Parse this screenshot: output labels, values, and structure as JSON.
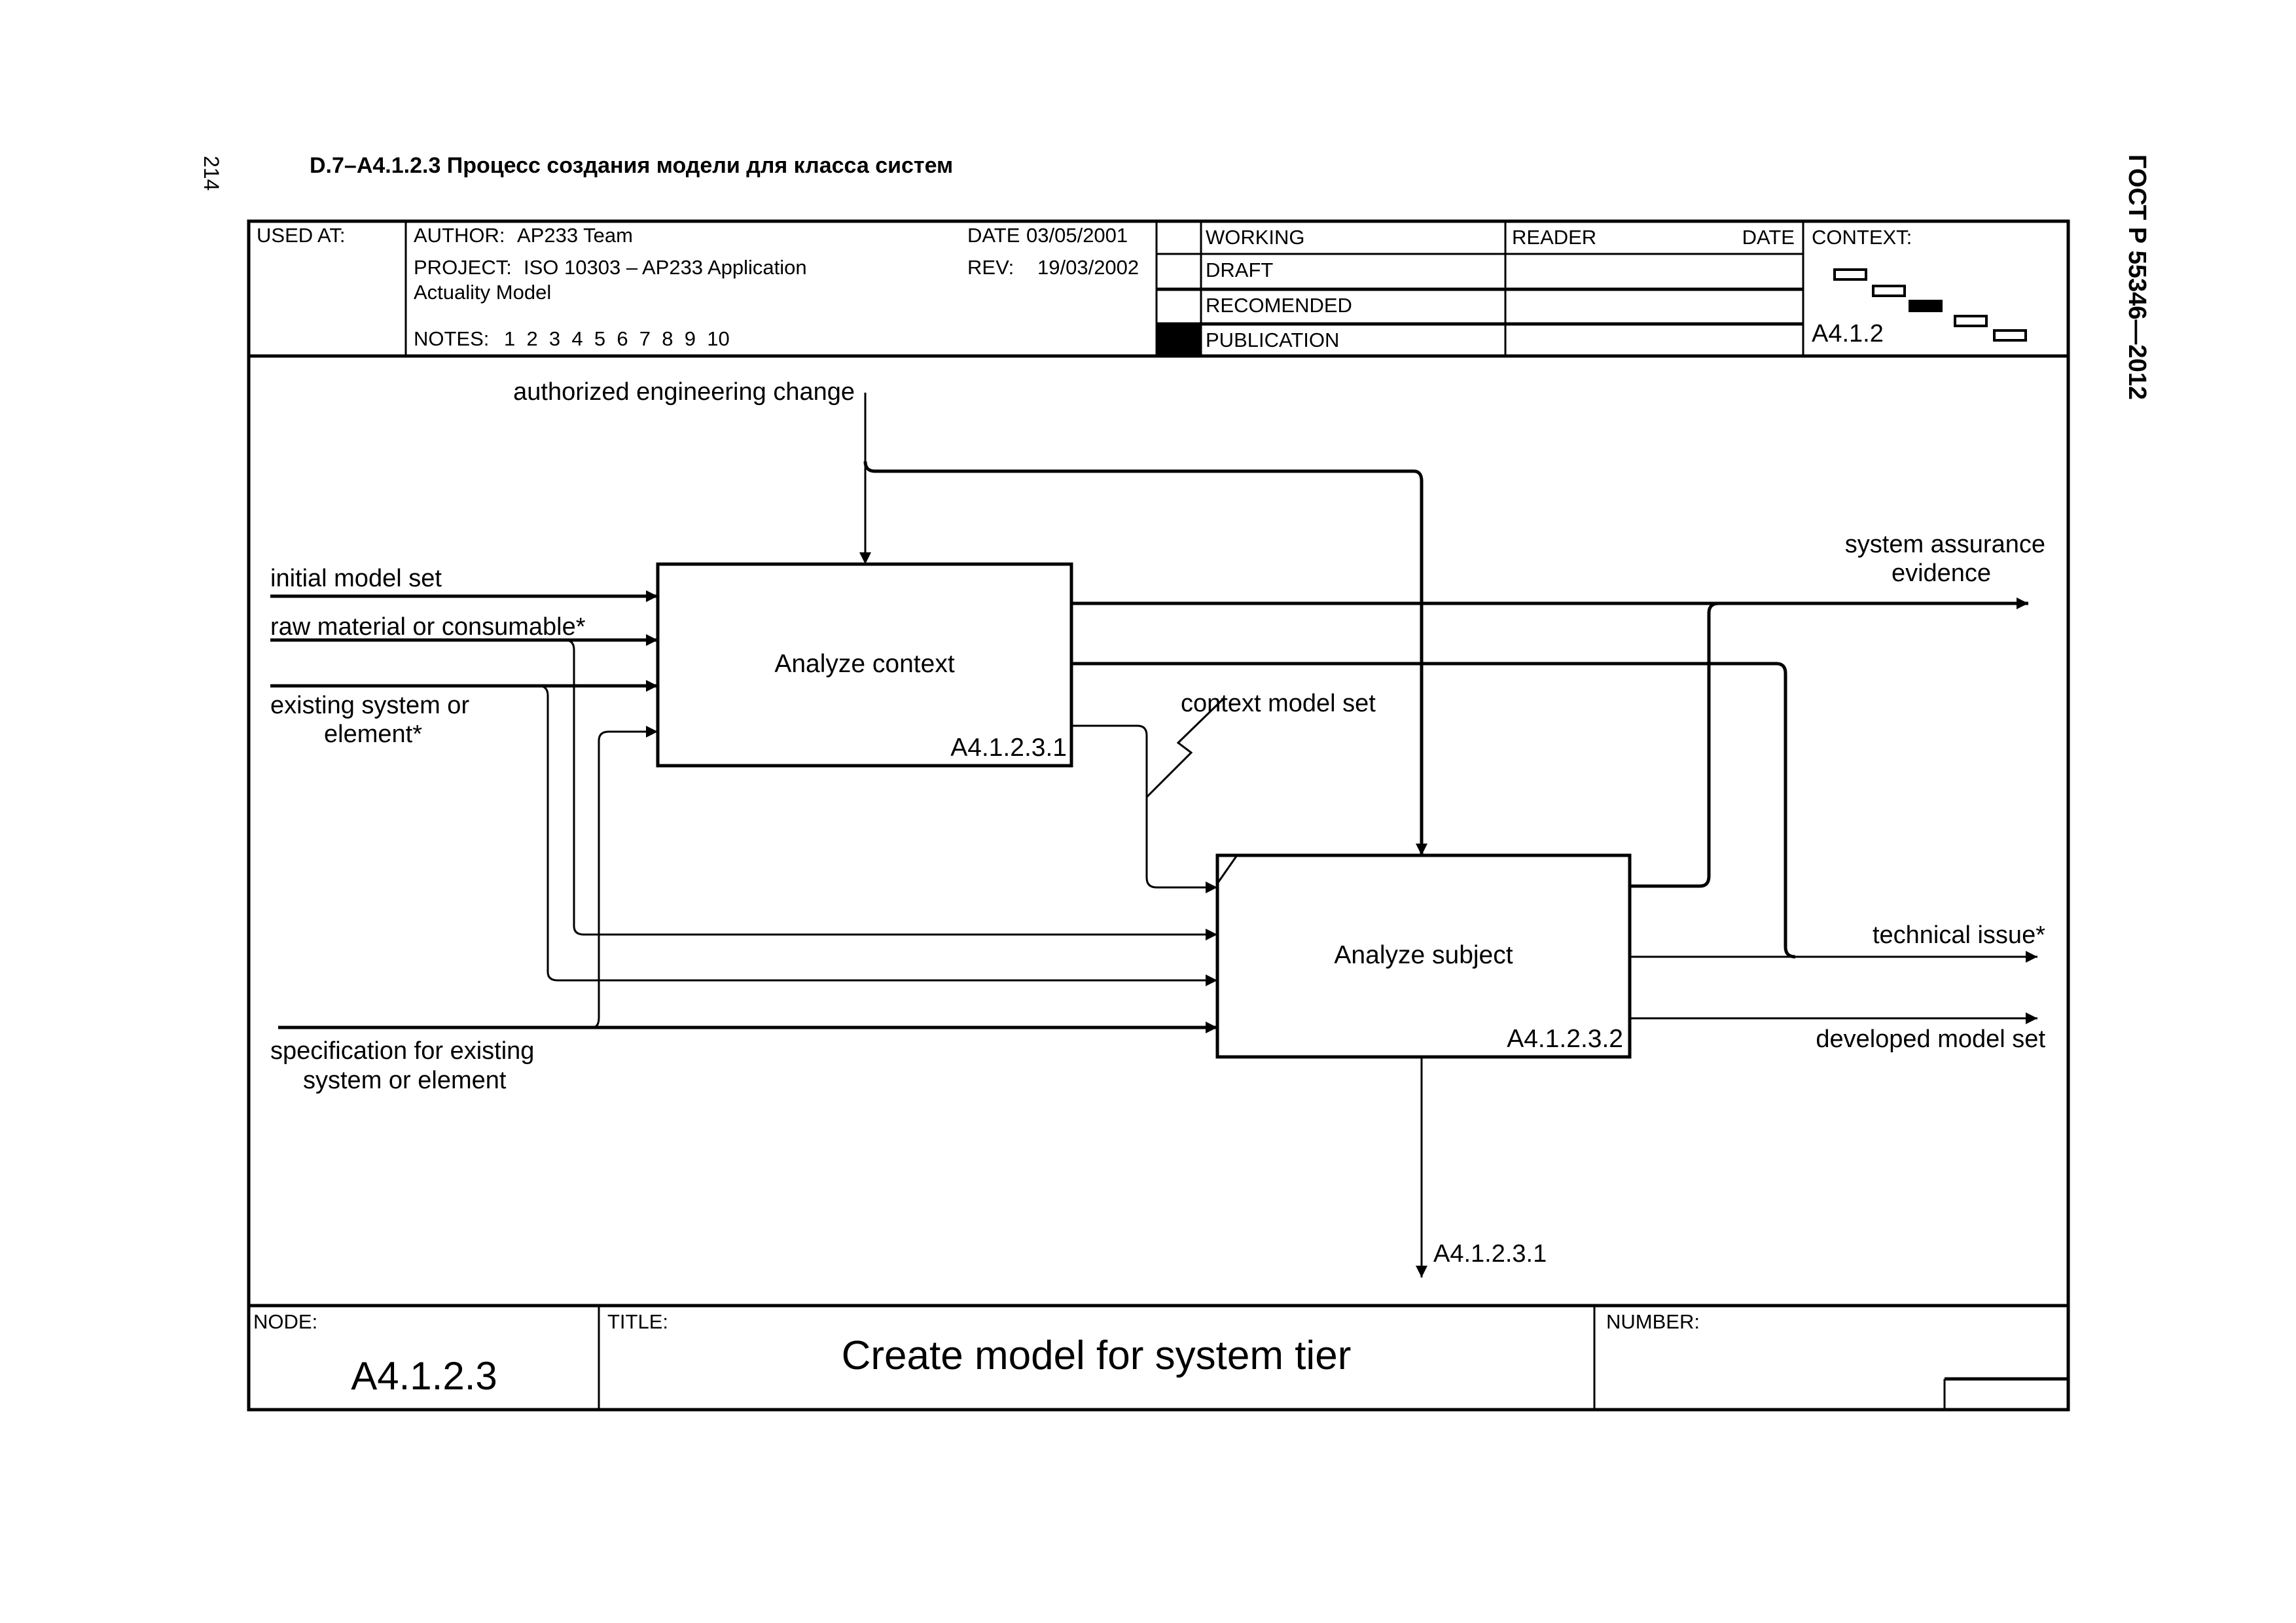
{
  "page": {
    "page_number": "214",
    "heading": "D.7–A4.1.2.3 Процесс создания модели для класса систем",
    "side_label": "ГОСТ Р 55346—2012"
  },
  "header": {
    "used_at_label": "USED AT:",
    "author_label": "AUTHOR:",
    "author_value": "AP233 Team",
    "project_label": "PROJECT:",
    "project_value_line1": "ISO 10303 – AP233 Application",
    "project_value_line2": "Actuality Model",
    "notes_label": "NOTES:",
    "notes_values": "1  2  3  4  5  6  7  8  9  10",
    "date_label": "DATE",
    "date_value": "03/05/2001",
    "rev_label": "REV:",
    "rev_value": "19/03/2002",
    "status_rows": [
      {
        "label": "WORKING",
        "selected": false
      },
      {
        "label": "DRAFT",
        "selected": false
      },
      {
        "label": "RECOMENDED",
        "selected": false
      },
      {
        "label": "PUBLICATION",
        "selected": true
      }
    ],
    "reader_label": "READER",
    "reader_date_label": "DATE",
    "context_label": "CONTEXT:",
    "context_node": "A4.1.2",
    "context_highlight_index": 2
  },
  "diagram": {
    "boxes": [
      {
        "title": "Analyze context",
        "number": "A4.1.2.3.1"
      },
      {
        "title": "Analyze subject",
        "number": "A4.1.2.3.2"
      }
    ],
    "arrows": {
      "control": "authorized engineering change",
      "inputs": [
        "initial model set",
        "raw material or consumable*",
        "existing system or",
        "element*"
      ],
      "mechanism_line1": "specification for existing",
      "mechanism_line2": "system or element",
      "internal": "context model set",
      "outputs": {
        "assurance_line1": "system assurance",
        "assurance_line2": "evidence",
        "technical_issue": "technical issue*",
        "developed_model": "developed model set"
      },
      "call_reference": "A4.1.2.3.1"
    }
  },
  "footer": {
    "node_label": "NODE:",
    "node_value": "A4.1.2.3",
    "title_label": "TITLE:",
    "title_value": "Create model for system tier",
    "number_label": "NUMBER:"
  }
}
